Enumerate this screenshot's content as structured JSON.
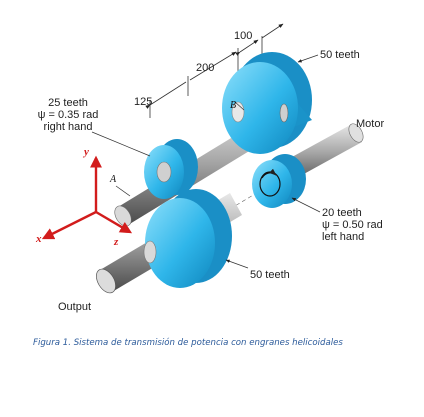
{
  "dimensions": {
    "d1": "100",
    "d2": "200",
    "d3": "125"
  },
  "gears": {
    "top_left": {
      "teeth": "25 teeth",
      "helix": "ψ = 0.35 rad",
      "hand": "right hand"
    },
    "top_right": {
      "teeth": "50 teeth"
    },
    "motor_gear": {
      "teeth": "20 teeth",
      "helix": "ψ = 0.50 rad",
      "hand": "left hand"
    },
    "bottom": {
      "teeth": "50 teeth"
    }
  },
  "labels": {
    "motor": "Motor",
    "output": "Output",
    "point_a": "A",
    "point_b": "B"
  },
  "axes": {
    "x": "x",
    "y": "y",
    "z": "z"
  },
  "caption": "Figura 1. Sistema de transmisión de potencia con engranes helicoidales",
  "colors": {
    "gear": "#2fb6ea",
    "gear_dark": "#1292c8",
    "shaft": "#9a9a9a",
    "axis": "#d21c1c",
    "caption": "#2b5a9a"
  }
}
